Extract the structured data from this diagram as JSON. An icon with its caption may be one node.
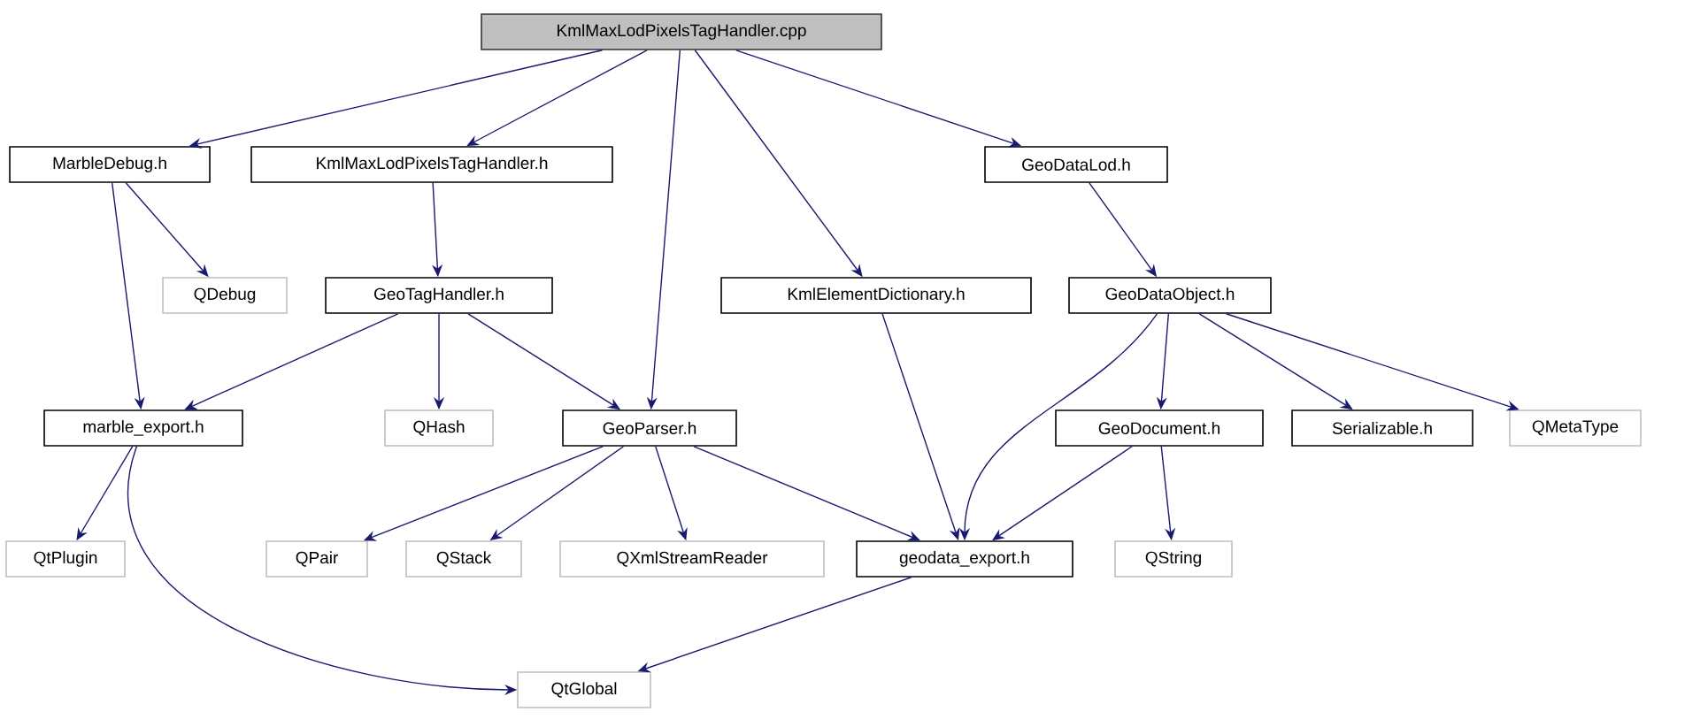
{
  "diagram": {
    "nodes": [
      {
        "text": [
          "KmlMaxLodPixelsTagHandler.cpp"
        ]
      },
      {
        "text": [
          "MarbleDebug.h"
        ]
      },
      {
        "text": [
          "KmlMaxLodPixelsTagHandler.h"
        ]
      },
      {
        "text": [
          "GeoDataLod.h"
        ]
      },
      {
        "text": [
          "QDebug"
        ]
      },
      {
        "text": [
          "GeoTagHandler.h"
        ]
      },
      {
        "text": [
          "KmlElementDictionary.h"
        ]
      },
      {
        "text": [
          "GeoDataObject.h"
        ]
      },
      {
        "text": [
          "marble_export.h"
        ]
      },
      {
        "text": [
          "QHash"
        ]
      },
      {
        "text": [
          "GeoParser.h"
        ]
      },
      {
        "text": [
          "GeoDocument.h"
        ]
      },
      {
        "text": [
          "Serializable.h"
        ]
      },
      {
        "text": [
          "QMetaType"
        ]
      },
      {
        "text": [
          "QtPlugin"
        ]
      },
      {
        "text": [
          "QPair"
        ]
      },
      {
        "text": [
          "QStack"
        ]
      },
      {
        "text": [
          "QXmlStreamReader"
        ]
      },
      {
        "text": [
          "geodata_export.h"
        ]
      },
      {
        "text": [
          "QString"
        ]
      },
      {
        "text": [
          "QtGlobal"
        ]
      }
    ],
    "edges": [
      {
        "from": 0,
        "to": 1,
        "arrow": "to"
      },
      {
        "from": 0,
        "to": 2,
        "arrow": "to"
      },
      {
        "from": 0,
        "to": 10,
        "arrow": "to"
      },
      {
        "from": 0,
        "to": 6,
        "arrow": "to"
      },
      {
        "from": 0,
        "to": 3,
        "arrow": "to"
      },
      {
        "from": 1,
        "to": 4,
        "arrow": "to"
      },
      {
        "from": 1,
        "to": 8,
        "arrow": "to"
      },
      {
        "from": 2,
        "to": 5,
        "arrow": "to"
      },
      {
        "from": 3,
        "to": 7,
        "arrow": "to"
      },
      {
        "from": 5,
        "to": 8,
        "arrow": "to"
      },
      {
        "from": 5,
        "to": 9,
        "arrow": "to"
      },
      {
        "from": 5,
        "to": 10,
        "arrow": "to"
      },
      {
        "from": 6,
        "to": 18,
        "arrow": "to"
      },
      {
        "from": 7,
        "to": 18,
        "arrow": "to"
      },
      {
        "from": 7,
        "to": 11,
        "arrow": "to"
      },
      {
        "from": 7,
        "to": 12,
        "arrow": "to"
      },
      {
        "from": 7,
        "to": 13,
        "arrow": "to"
      },
      {
        "from": 8,
        "to": 14,
        "arrow": "to"
      },
      {
        "from": 8,
        "to": 20,
        "arrow": "to"
      },
      {
        "from": 10,
        "to": 15,
        "arrow": "to"
      },
      {
        "from": 10,
        "to": 16,
        "arrow": "to"
      },
      {
        "from": 10,
        "to": 17,
        "arrow": "to"
      },
      {
        "from": 10,
        "to": 18,
        "arrow": "to"
      },
      {
        "from": 11,
        "to": 18,
        "arrow": "to"
      },
      {
        "from": 11,
        "to": 19,
        "arrow": "to"
      },
      {
        "from": 18,
        "to": 20,
        "arrow": "to"
      }
    ]
  }
}
